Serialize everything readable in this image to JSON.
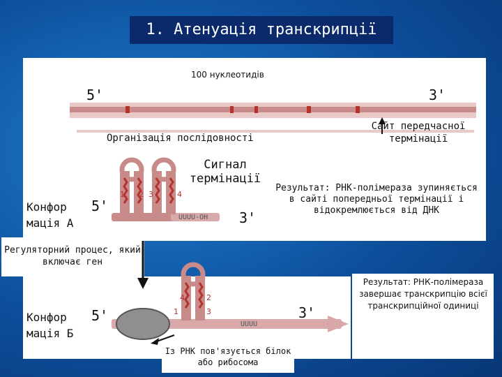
{
  "title": "1. Атенуація транскрипції",
  "top_strand": {
    "length_label": "100 нуклеотидів",
    "end5": "5'",
    "end3": "3'",
    "organization": "Організація послідовності",
    "site_label": "Сайт передчасної термінації"
  },
  "conformation_a": {
    "label_line1": "Конфор",
    "label_line2": "мація А",
    "end5": "5'",
    "end3": "3'",
    "signal": "Сигнал термінації",
    "tail": "UUUU-OH",
    "result": "Результат: РНК-полімераза зупиняється в сайті попередньої термінації і відокремлюється від ДНК",
    "loop_numbers": [
      "1",
      "2",
      "3",
      "4"
    ]
  },
  "regulatory": "Регуляторний процес, який включає ген",
  "conformation_b": {
    "label_line1": "Конфор",
    "label_line2": "мація Б",
    "end5": "5'",
    "end3": "3'",
    "tail": "UUUU",
    "binding": "Із РНК пов'язується білок або рибосома",
    "result": "Результат: РНК-полімераза завершає транскрипцію всієї транскрипційної одиниці",
    "loop_numbers": [
      "1",
      "2",
      "3",
      "4"
    ]
  },
  "colors": {
    "rna": "#c98a8a",
    "hairpin": "#b5332e",
    "title_bg": "#0a2a6b"
  }
}
